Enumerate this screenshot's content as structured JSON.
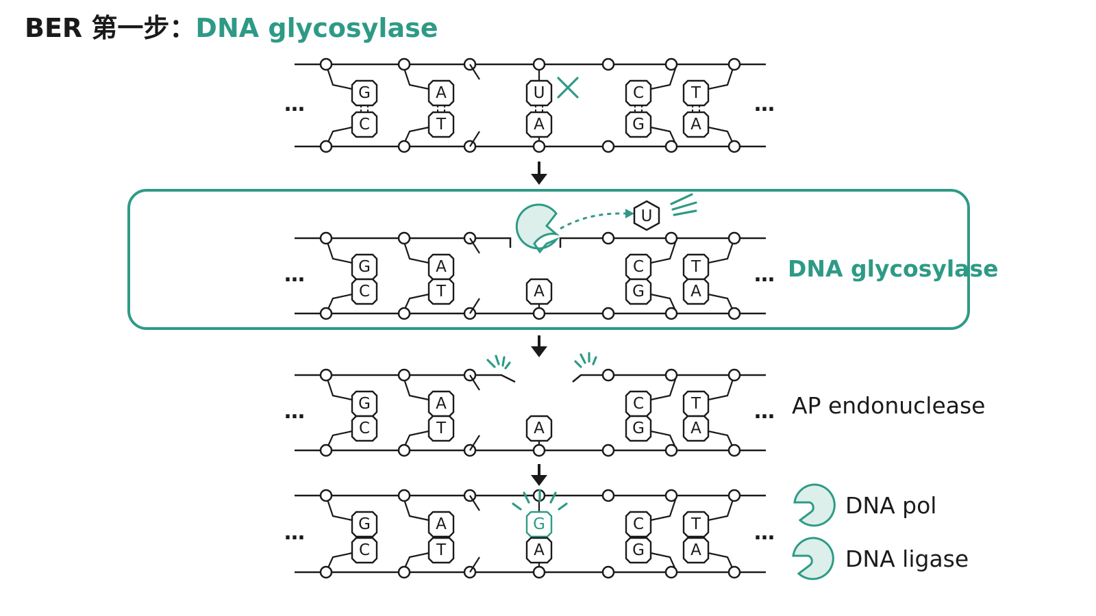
{
  "title": {
    "part_a": "BER 第一步：",
    "part_b": "DNA glycosylase"
  },
  "colors": {
    "accent": "#2e9a86",
    "accent_fill": "#dcefea",
    "ink": "#1a1a1a"
  },
  "ellipsis": "…",
  "rows": [
    {
      "label": "",
      "pairs": [
        [
          "G",
          "C"
        ],
        [
          "A",
          "T"
        ],
        [
          "U",
          "A"
        ],
        [
          "C",
          "G"
        ],
        [
          "T",
          "A"
        ]
      ],
      "marker": "x-icon"
    },
    {
      "label": "DNA glycosylase",
      "pairs": [
        [
          "G",
          "C"
        ],
        [
          "A",
          "T"
        ],
        [
          "",
          "A"
        ],
        [
          "C",
          "G"
        ],
        [
          "T",
          "A"
        ]
      ],
      "excised_base": "U",
      "enzyme": "glycosylase-icon"
    },
    {
      "label": "AP endonuclease",
      "pairs": [
        [
          "G",
          "C"
        ],
        [
          "A",
          "T"
        ],
        [
          "",
          "A"
        ],
        [
          "C",
          "G"
        ],
        [
          "T",
          "A"
        ]
      ],
      "nick": "cut-burst-icon"
    },
    {
      "label": "",
      "pairs": [
        [
          "G",
          "C"
        ],
        [
          "A",
          "T"
        ],
        [
          "G",
          "A"
        ],
        [
          "C",
          "G"
        ],
        [
          "T",
          "A"
        ]
      ],
      "repaired_base": "G"
    }
  ],
  "legend": [
    {
      "label": "DNA pol",
      "icon": "dna-pol-icon"
    },
    {
      "label": "DNA ligase",
      "icon": "dna-ligase-icon"
    }
  ]
}
